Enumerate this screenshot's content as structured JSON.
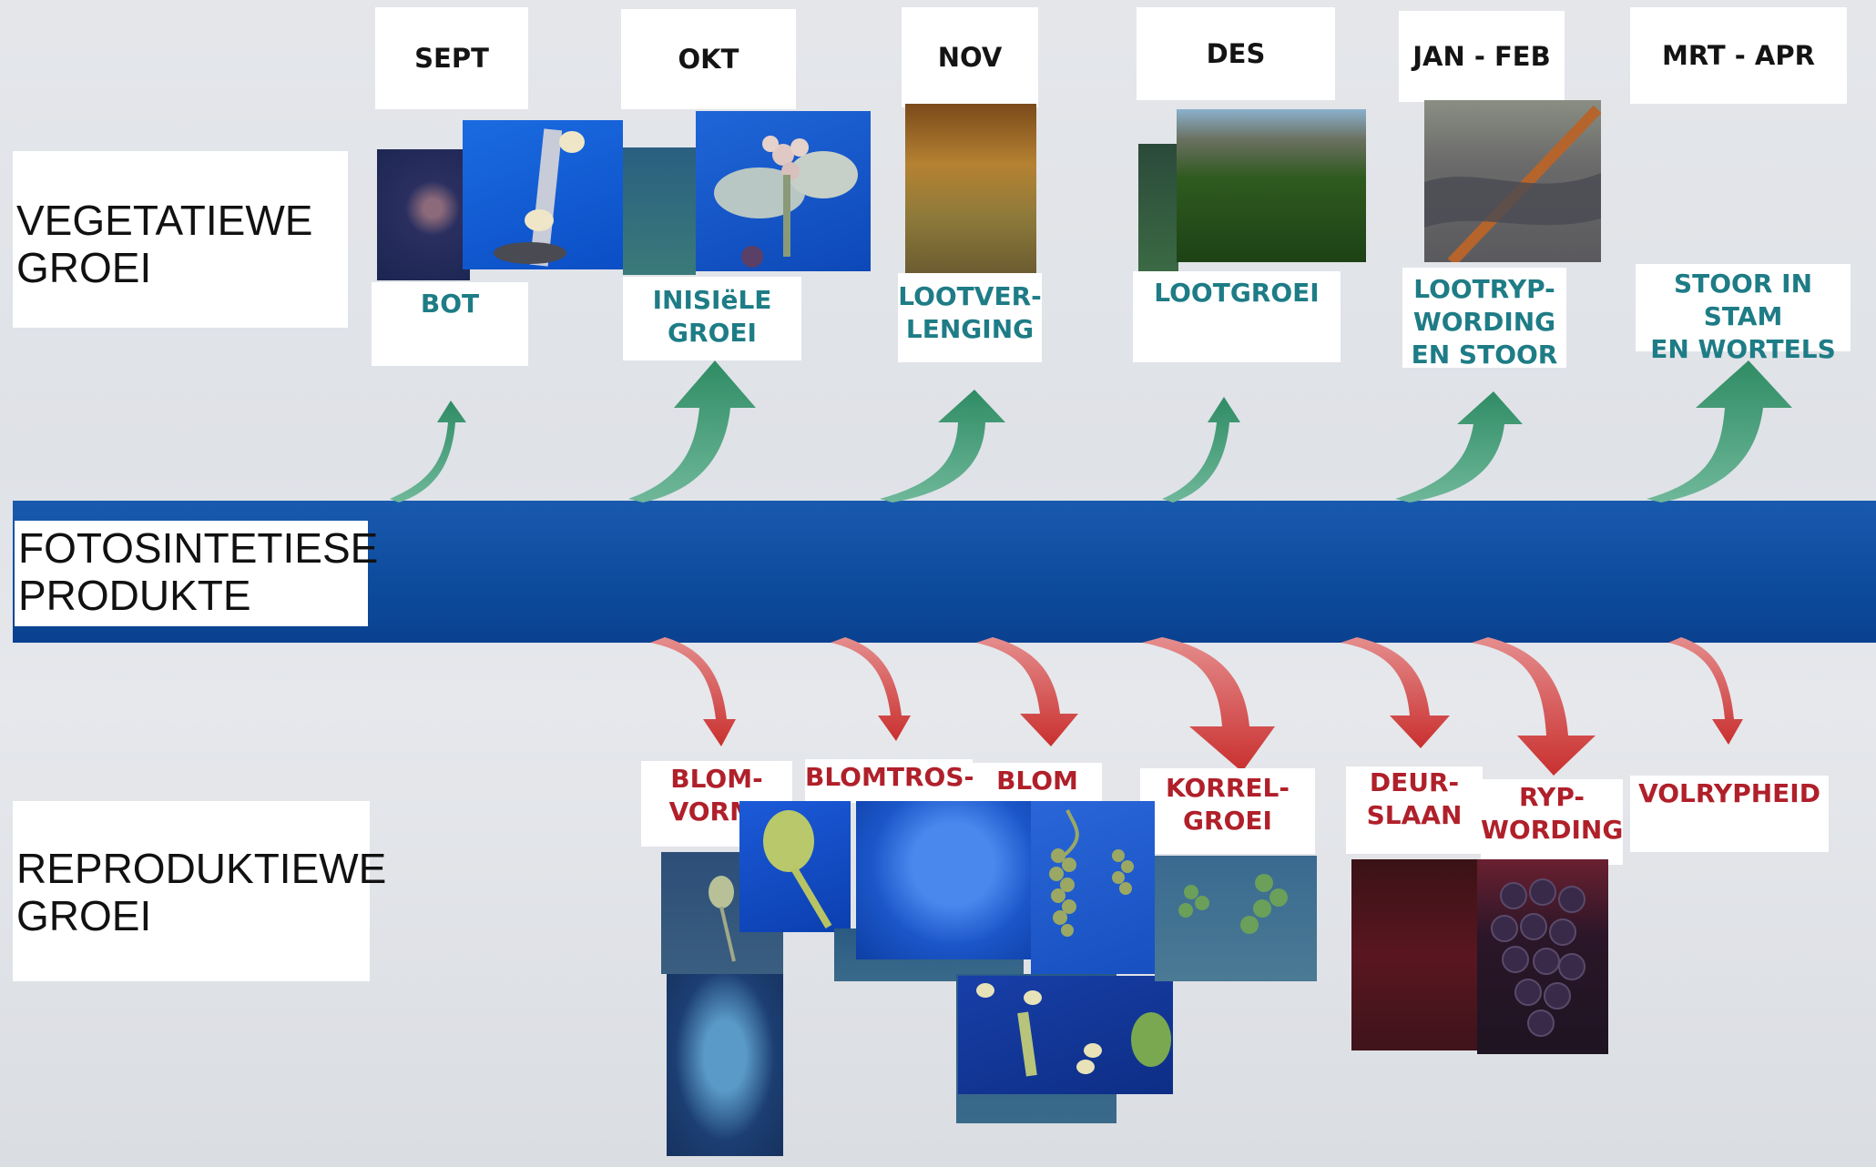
{
  "months": [
    "SEPT",
    "OKT",
    "NOV",
    "DES",
    "JAN - FEB",
    "MRT - APR"
  ],
  "row_labels": {
    "vegetative": [
      "VEGETATIEWE",
      "GROEI"
    ],
    "photosynthetic": [
      "FOTOSINTETIESE",
      "PRODUKTE"
    ],
    "reproductive": [
      "REPRODUKTIEWE",
      "GROEI"
    ]
  },
  "vegetative_stages": [
    {
      "lines": [
        "BOT"
      ]
    },
    {
      "lines": [
        "INISIëLE",
        "GROEI"
      ]
    },
    {
      "lines": [
        "LOOTVER-",
        "LENGING"
      ]
    },
    {
      "lines": [
        "LOOTGROEI"
      ]
    },
    {
      "lines": [
        "LOOTRYP-",
        "WORDING",
        "EN STOOR"
      ]
    },
    {
      "lines": [
        "STOOR IN STAM",
        "EN WORTELS"
      ]
    }
  ],
  "reproductive_stages": [
    {
      "lines": [
        "BLOM-",
        "VORMI"
      ]
    },
    {
      "lines": [
        "BLOMTROS-"
      ]
    },
    {
      "lines": [
        "BLOM EN"
      ]
    },
    {
      "lines": [
        "KORREL-",
        "GROEI"
      ]
    },
    {
      "lines": [
        "DEUR-",
        "SLAAN"
      ]
    },
    {
      "lines": [
        "RYP-",
        "WORDING"
      ]
    },
    {
      "lines": [
        "VOLRYPHEID"
      ]
    }
  ],
  "colors": {
    "band": "#0e4d9f",
    "vegetative_arrow": "#3f9a74",
    "reproductive_arrow": "#c93a3a",
    "vegetative_text": "#1e7c86",
    "reproductive_text": "#b0202a"
  }
}
